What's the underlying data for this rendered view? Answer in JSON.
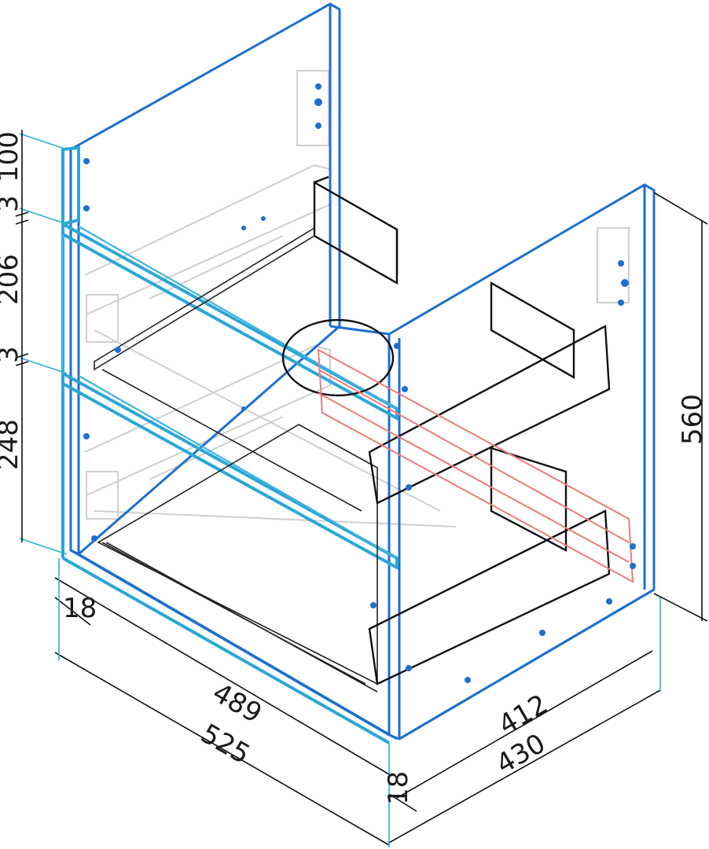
{
  "dimensions": {
    "height_100": "100",
    "height_206": "206",
    "height_3": "3",
    "height_248": "248",
    "height_560": "560",
    "panel_18_left": "18",
    "panel_18_bottom": "18",
    "depth_489": "489",
    "depth_525": "525",
    "width_412": "412",
    "width_430": "430",
    "top_left_fragment": "3"
  },
  "colors": {
    "cabinet": "#1d6fd0",
    "fronts": "#2aa6d8",
    "drawers": "#222222",
    "ghost_parts": "#cfcfcf",
    "highlight": "#f07a7a"
  }
}
